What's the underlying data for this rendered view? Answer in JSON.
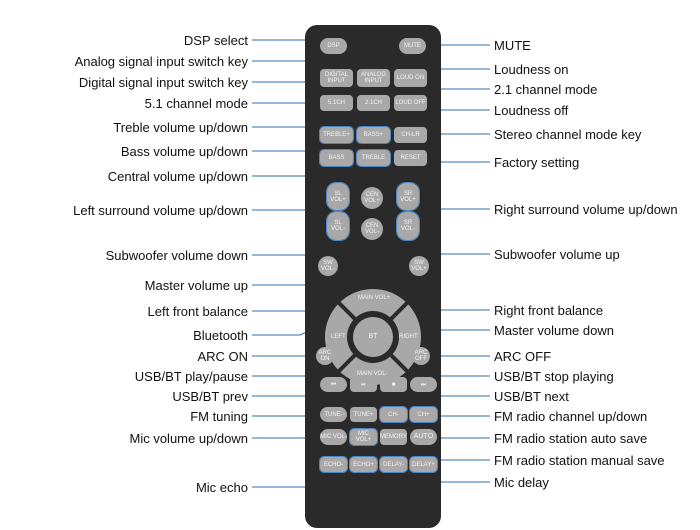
{
  "labels_left": [
    "DSP select",
    "Analog signal input switch key",
    "Digital signal input switch key",
    "5.1 channel mode",
    "Treble volume up/down",
    "Bass volume up/down",
    "Central volume up/down",
    "Left surround volume up/down",
    "Subwoofer volume down",
    "Master volume up",
    "Left front balance",
    "Bluetooth",
    "ARC ON",
    "USB/BT play/pause",
    "USB/BT prev",
    "FM tuning",
    "Mic volume up/down",
    "Mic echo"
  ],
  "labels_right": [
    "MUTE",
    "Loudness on",
    "2.1 channel mode",
    "Loudness off",
    "Stereo channel mode key",
    "Factory setting",
    "Right surround volume up/down",
    "Subwoofer volume up",
    "Right front balance",
    "Master volume down",
    "ARC OFF",
    "USB/BT stop playing",
    "USB/BT next",
    "FM radio channel up/down",
    "FM radio station auto save",
    "FM radio station manual save",
    "Mic delay"
  ],
  "buttons": {
    "dsp": "DSP",
    "mute": "MUTE",
    "digital": "DIGITAL INPUT",
    "analog": "ANALOG INPUT",
    "loud_on": "LOUD ON",
    "ch51": "5.1CH",
    "ch21": "2.1CH",
    "loud_off": "LOUD OFF",
    "treble_up": "TREBLE+",
    "bass_up": "BASS+",
    "ch20": "CH-LR",
    "bass": "BASS",
    "treble": "TREBLE",
    "reset": "RESET",
    "sl_up": "SL VOL+",
    "sl_down": "SL VOL-",
    "cen_up": "CEN VOL+",
    "cen_down": "CEN VOL-",
    "sr_up": "SR VOL+",
    "sr_down": "SR VOL-",
    "sub_down": "SW VOL-",
    "sub_up": "SW VOL+",
    "main_up": "MAIN VOL+",
    "left": "LEFT",
    "bt": "BT",
    "right": "RIGHT",
    "main_down": "MAIN VOL-",
    "arc_on": "ARC ON",
    "arc_off": "ARC OFF",
    "prev": "⏮",
    "play": "⏯",
    "stop": "■",
    "next": "⏭",
    "tune_down": "TUNE-",
    "tune_up": "TUNE+",
    "chn_down": "CH-",
    "chn_up": "CH+",
    "mic_down": "MIC VOL-",
    "mic_up": "MIC VOL+",
    "memory": "MEMORY",
    "auto": "AUTO",
    "echo_down": "ECHO-",
    "echo_up": "ECHO+",
    "delay_down": "DELAY-",
    "delay_up": "DELAY+"
  },
  "colors": {
    "remote": "#2a2a2a",
    "button": "#a8a8a8",
    "leader": "#2f6fad"
  }
}
